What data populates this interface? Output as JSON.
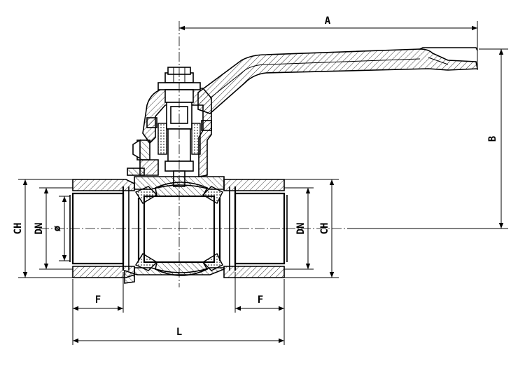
{
  "drawing": {
    "subject": "",
    "dimensions": {
      "A": "A",
      "B": "B",
      "L": "L",
      "F_left": "F",
      "F_right": "F",
      "CH_left": "CH",
      "CH_right": "CH",
      "DN_left": "DN",
      "DN_right": "DN",
      "phi": "ø"
    }
  }
}
